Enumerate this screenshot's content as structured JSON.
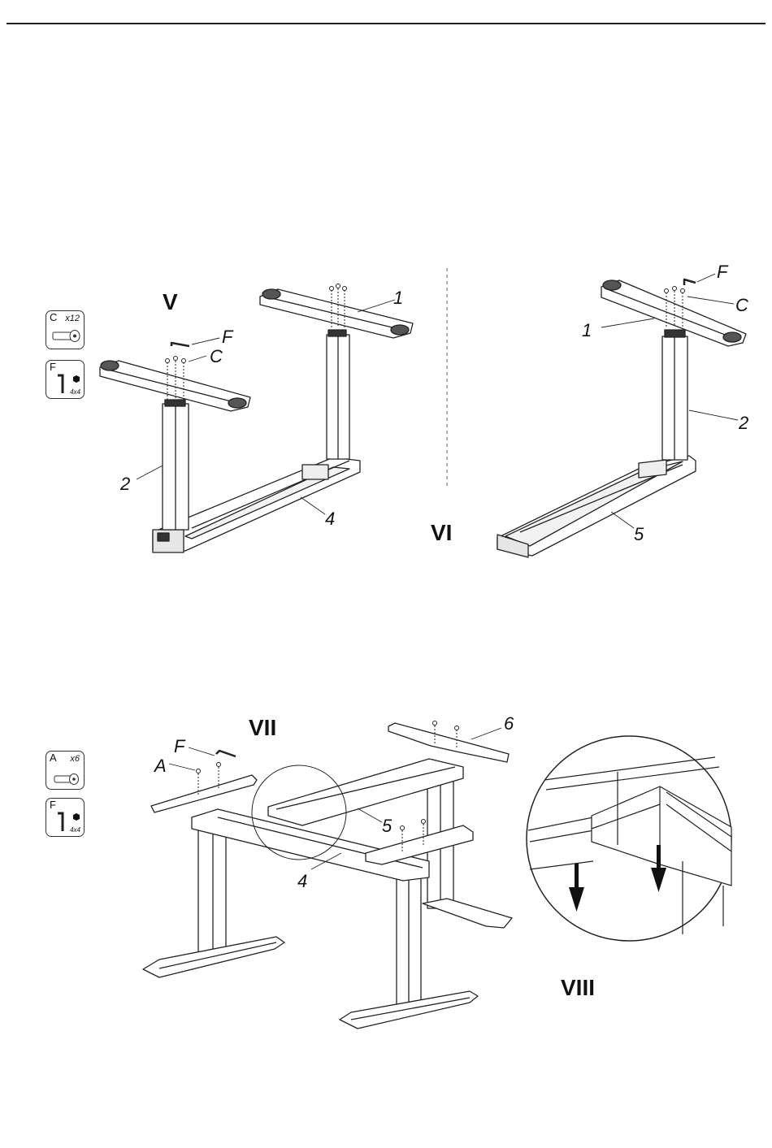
{
  "steps": {
    "v": "V",
    "vi": "VI",
    "vii": "VII",
    "viii": "VIII"
  },
  "parts": {
    "c": {
      "letter": "C",
      "qty": "x12"
    },
    "f_top": {
      "letter": "F",
      "qty": "4x4"
    },
    "a": {
      "letter": "A",
      "qty": "x6"
    },
    "f_bottom": {
      "letter": "F",
      "qty": "4x4"
    }
  },
  "callouts": {
    "v_1": "1",
    "v_f": "F",
    "v_c": "C",
    "v_2": "2",
    "v_4": "4",
    "vi_f": "F",
    "vi_c": "C",
    "vi_1": "1",
    "vi_2": "2",
    "vi_5": "5",
    "vii_6": "6",
    "vii_f": "F",
    "vii_a": "A",
    "vii_5": "5",
    "vii_4": "4"
  },
  "icons": [
    "bolt-icon",
    "hex-key-icon",
    "down-arrow-icon"
  ]
}
